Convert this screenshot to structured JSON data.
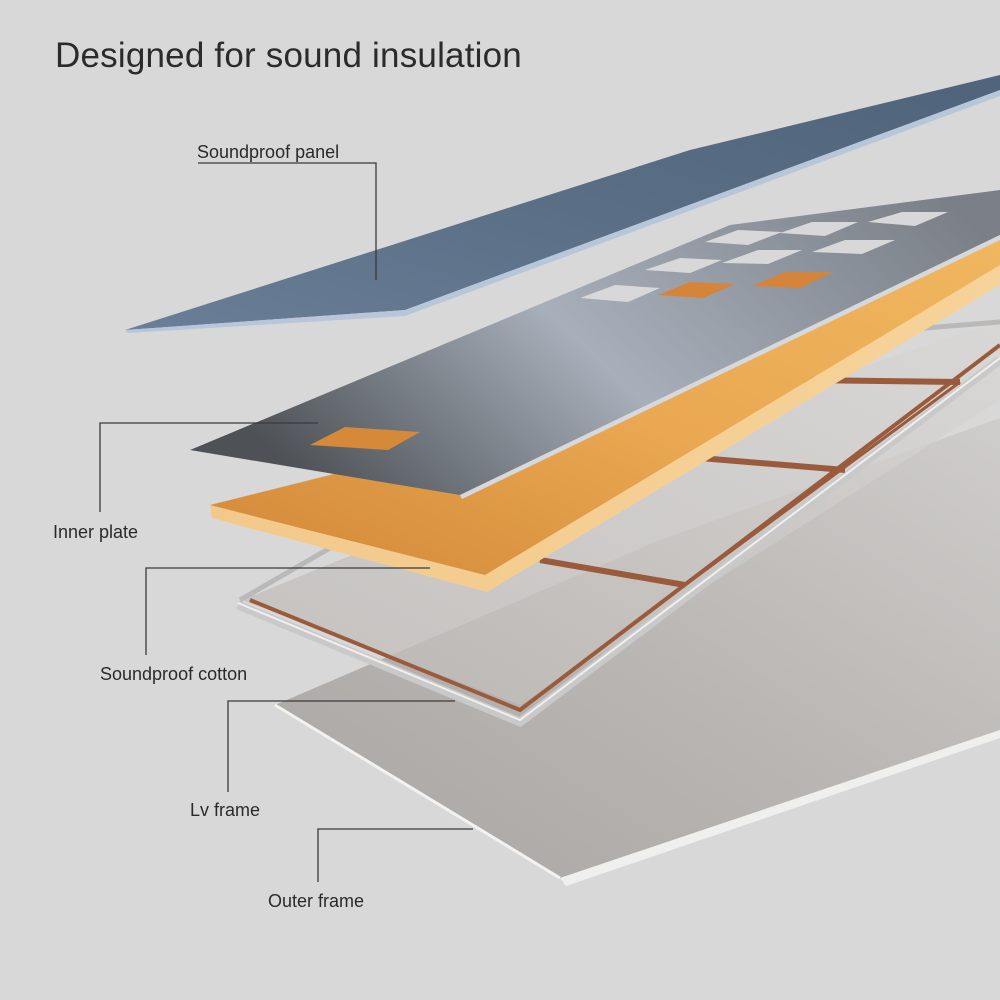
{
  "title": "Designed for sound insulation",
  "labels": {
    "soundproof_panel": "Soundproof panel",
    "inner_plate": "Inner plate",
    "soundproof_cotton": "Soundproof cotton",
    "lv_frame": "Lv frame",
    "outer_frame": "Outer frame"
  },
  "colors": {
    "background": "#d8d8d8",
    "soundproof_panel": "#5b6f87",
    "inner_plate": "#8e97a4",
    "soundproof_cotton": "#e6a24e",
    "lv_frame_strip": "#9a5a3c",
    "outer_frame": "#c6c3c0",
    "leader_line": "#3a3a3a"
  }
}
